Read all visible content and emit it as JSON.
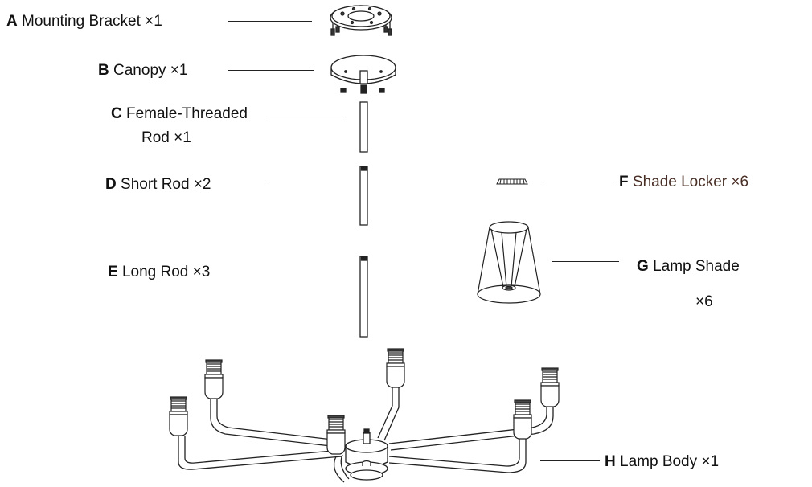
{
  "parts": [
    {
      "letter": "A",
      "name": "Mounting Bracket ×1"
    },
    {
      "letter": "B",
      "name": "Canopy ×1"
    },
    {
      "letter": "C",
      "name_line1": "Female-Threaded",
      "name_line2": "Rod ×1"
    },
    {
      "letter": "D",
      "name": "Short Rod ×2"
    },
    {
      "letter": "E",
      "name": "Long Rod ×3"
    },
    {
      "letter": "F",
      "name": "Shade Locker ×6"
    },
    {
      "letter": "G",
      "name_line1": "Lamp Shade",
      "name_line2": "×6"
    },
    {
      "letter": "H",
      "name": "Lamp Body ×1"
    }
  ],
  "colors": {
    "line": "#222222",
    "label_accent": "#4a2f26"
  }
}
